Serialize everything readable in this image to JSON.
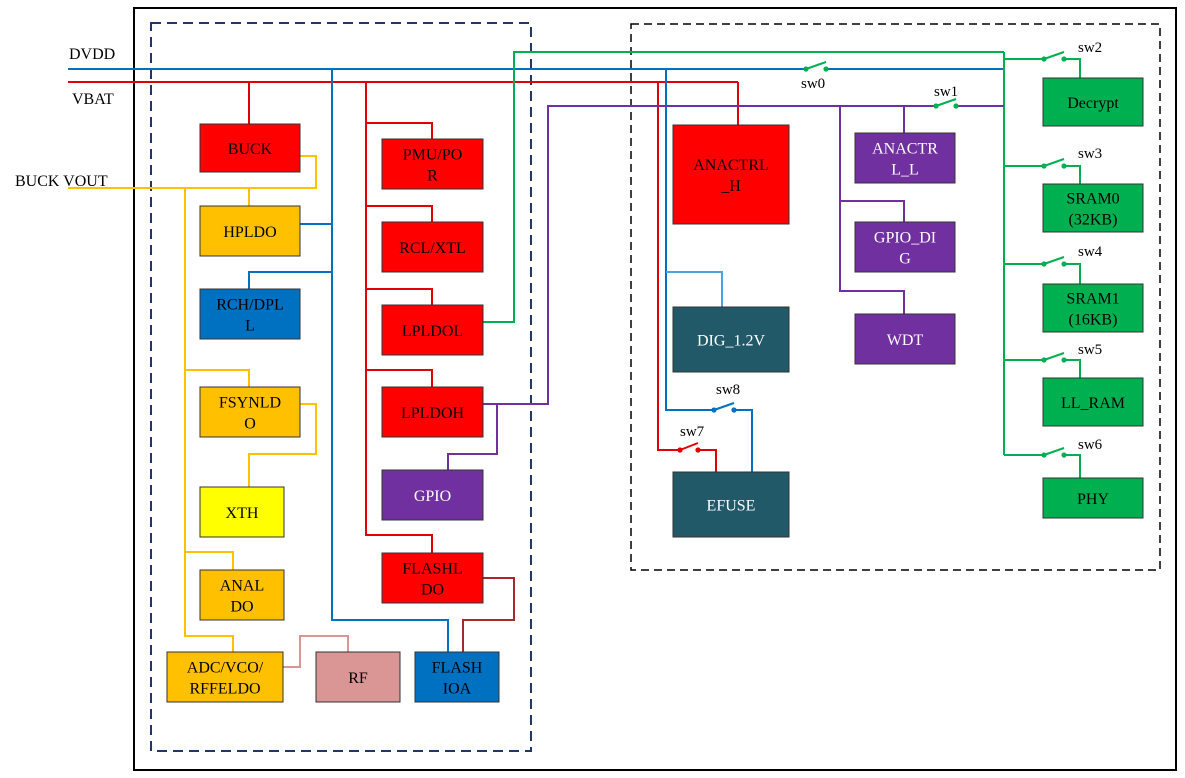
{
  "colors": {
    "red": "#ff0000",
    "orange": "#ffc000",
    "blue": "#0070c0",
    "yellow": "#ffff00",
    "purple": "#7030a0",
    "green": "#00b050",
    "teal": "#215968",
    "pink": "#d99694",
    "navy": "#1f3864",
    "wire_red": "#e00000",
    "wire_blue": "#0070c0",
    "wire_green": "#00b050",
    "wire_purple": "#7030a0",
    "wire_orange": "#ffc000",
    "wire_brown": "#a52a2a",
    "wire_pink": "#d99694",
    "wire_lblue": "#4aa3df"
  },
  "rails": {
    "dvdd": "DVDD",
    "vbat": "VBAT",
    "buck_vout": "BUCK VOUT"
  },
  "blocks": {
    "buck": [
      "BUCK"
    ],
    "hpldo": [
      "HPLDO"
    ],
    "rch_dpll": [
      "RCH/DPL",
      "L"
    ],
    "fsynldo": [
      "FSYNLD",
      "O"
    ],
    "xth": [
      "XTH"
    ],
    "analdo": [
      "ANAL",
      "DO"
    ],
    "adc_vco": [
      "ADC/VCO/",
      "RFFELDO"
    ],
    "rf": [
      "RF"
    ],
    "flash_ioa": [
      "FLASH",
      "IOA"
    ],
    "pmu_por": [
      "PMU/PO",
      "R"
    ],
    "rcl_xtl": [
      "RCL/XTL"
    ],
    "lpldol": [
      "LPLDOL"
    ],
    "lpldoh": [
      "LPLDOH"
    ],
    "gpio": [
      "GPIO"
    ],
    "flashldo": [
      "FLASHL",
      "DO"
    ],
    "anactrl_h": [
      "ANACTRL",
      "_H"
    ],
    "dig_12v": [
      "DIG_1.2V"
    ],
    "efuse": [
      "EFUSE"
    ],
    "anactrl_l": [
      "ANACTR",
      "L_L"
    ],
    "gpio_dig": [
      "GPIO_DI",
      "G"
    ],
    "wdt": [
      "WDT"
    ],
    "decrypt": [
      "Decrypt"
    ],
    "sram0": [
      "SRAM0",
      "(32KB)"
    ],
    "sram1": [
      "SRAM1",
      "(16KB)"
    ],
    "ll_ram": [
      "LL_RAM"
    ],
    "phy": [
      "PHY"
    ]
  },
  "switches": {
    "sw0": "sw0",
    "sw1": "sw1",
    "sw2": "sw2",
    "sw3": "sw3",
    "sw4": "sw4",
    "sw5": "sw5",
    "sw6": "sw6",
    "sw7": "sw7",
    "sw8": "sw8"
  }
}
